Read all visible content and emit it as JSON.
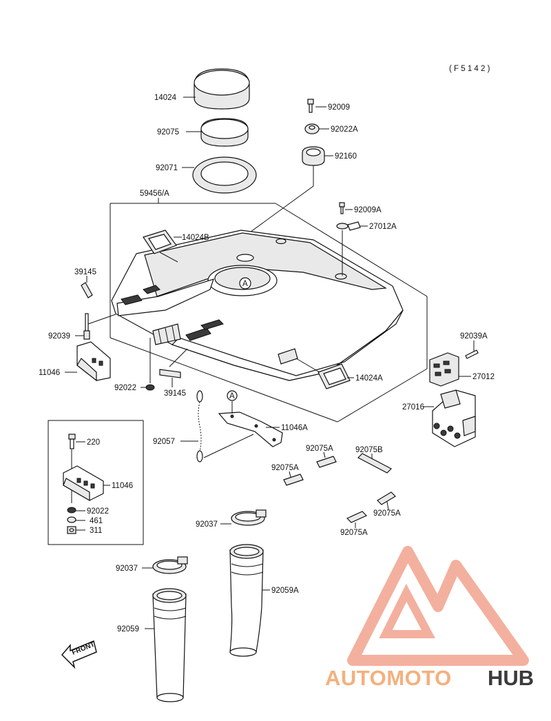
{
  "sheet_code": "( F 5 1 4 2 )",
  "labels": {
    "p14024": "14024",
    "p92075": "92075",
    "p92071": "92071",
    "p92009": "92009",
    "p92022A": "92022A",
    "p92160": "92160",
    "p59456A": "59456/A",
    "p92009A": "92009A",
    "p27012A": "27012A",
    "p14024B": "14024B",
    "p39145_top": "39145",
    "p92039": "92039",
    "p11046_top": "11046",
    "p92022_mid": "92022",
    "p39145_mid": "39145",
    "p14024A": "14024A",
    "p92039A": "92039A",
    "p27012": "27012",
    "p27016": "27016",
    "p92057": "92057",
    "p11046A": "11046A",
    "p92075A_1": "92075A",
    "p92075B": "92075B",
    "p92075A_2": "92075A",
    "p92075A_3": "92075A",
    "p92075A_4": "92075A",
    "p220": "220",
    "p11046_inset": "11046",
    "p92022_inset": "92022",
    "p461": "461",
    "p311": "311",
    "p92037_a": "92037",
    "p92037_b": "92037",
    "p92059A": "92059A",
    "p92059": "92059"
  },
  "ref_mark": "A",
  "front_arrow": "FRONT",
  "watermark": {
    "part1": "AUTOMOTO",
    "part2": "HUB",
    "color_primary": "#f2a38e",
    "color_secondary": "#f5c38a",
    "color_hub": "#3b3b3b"
  }
}
